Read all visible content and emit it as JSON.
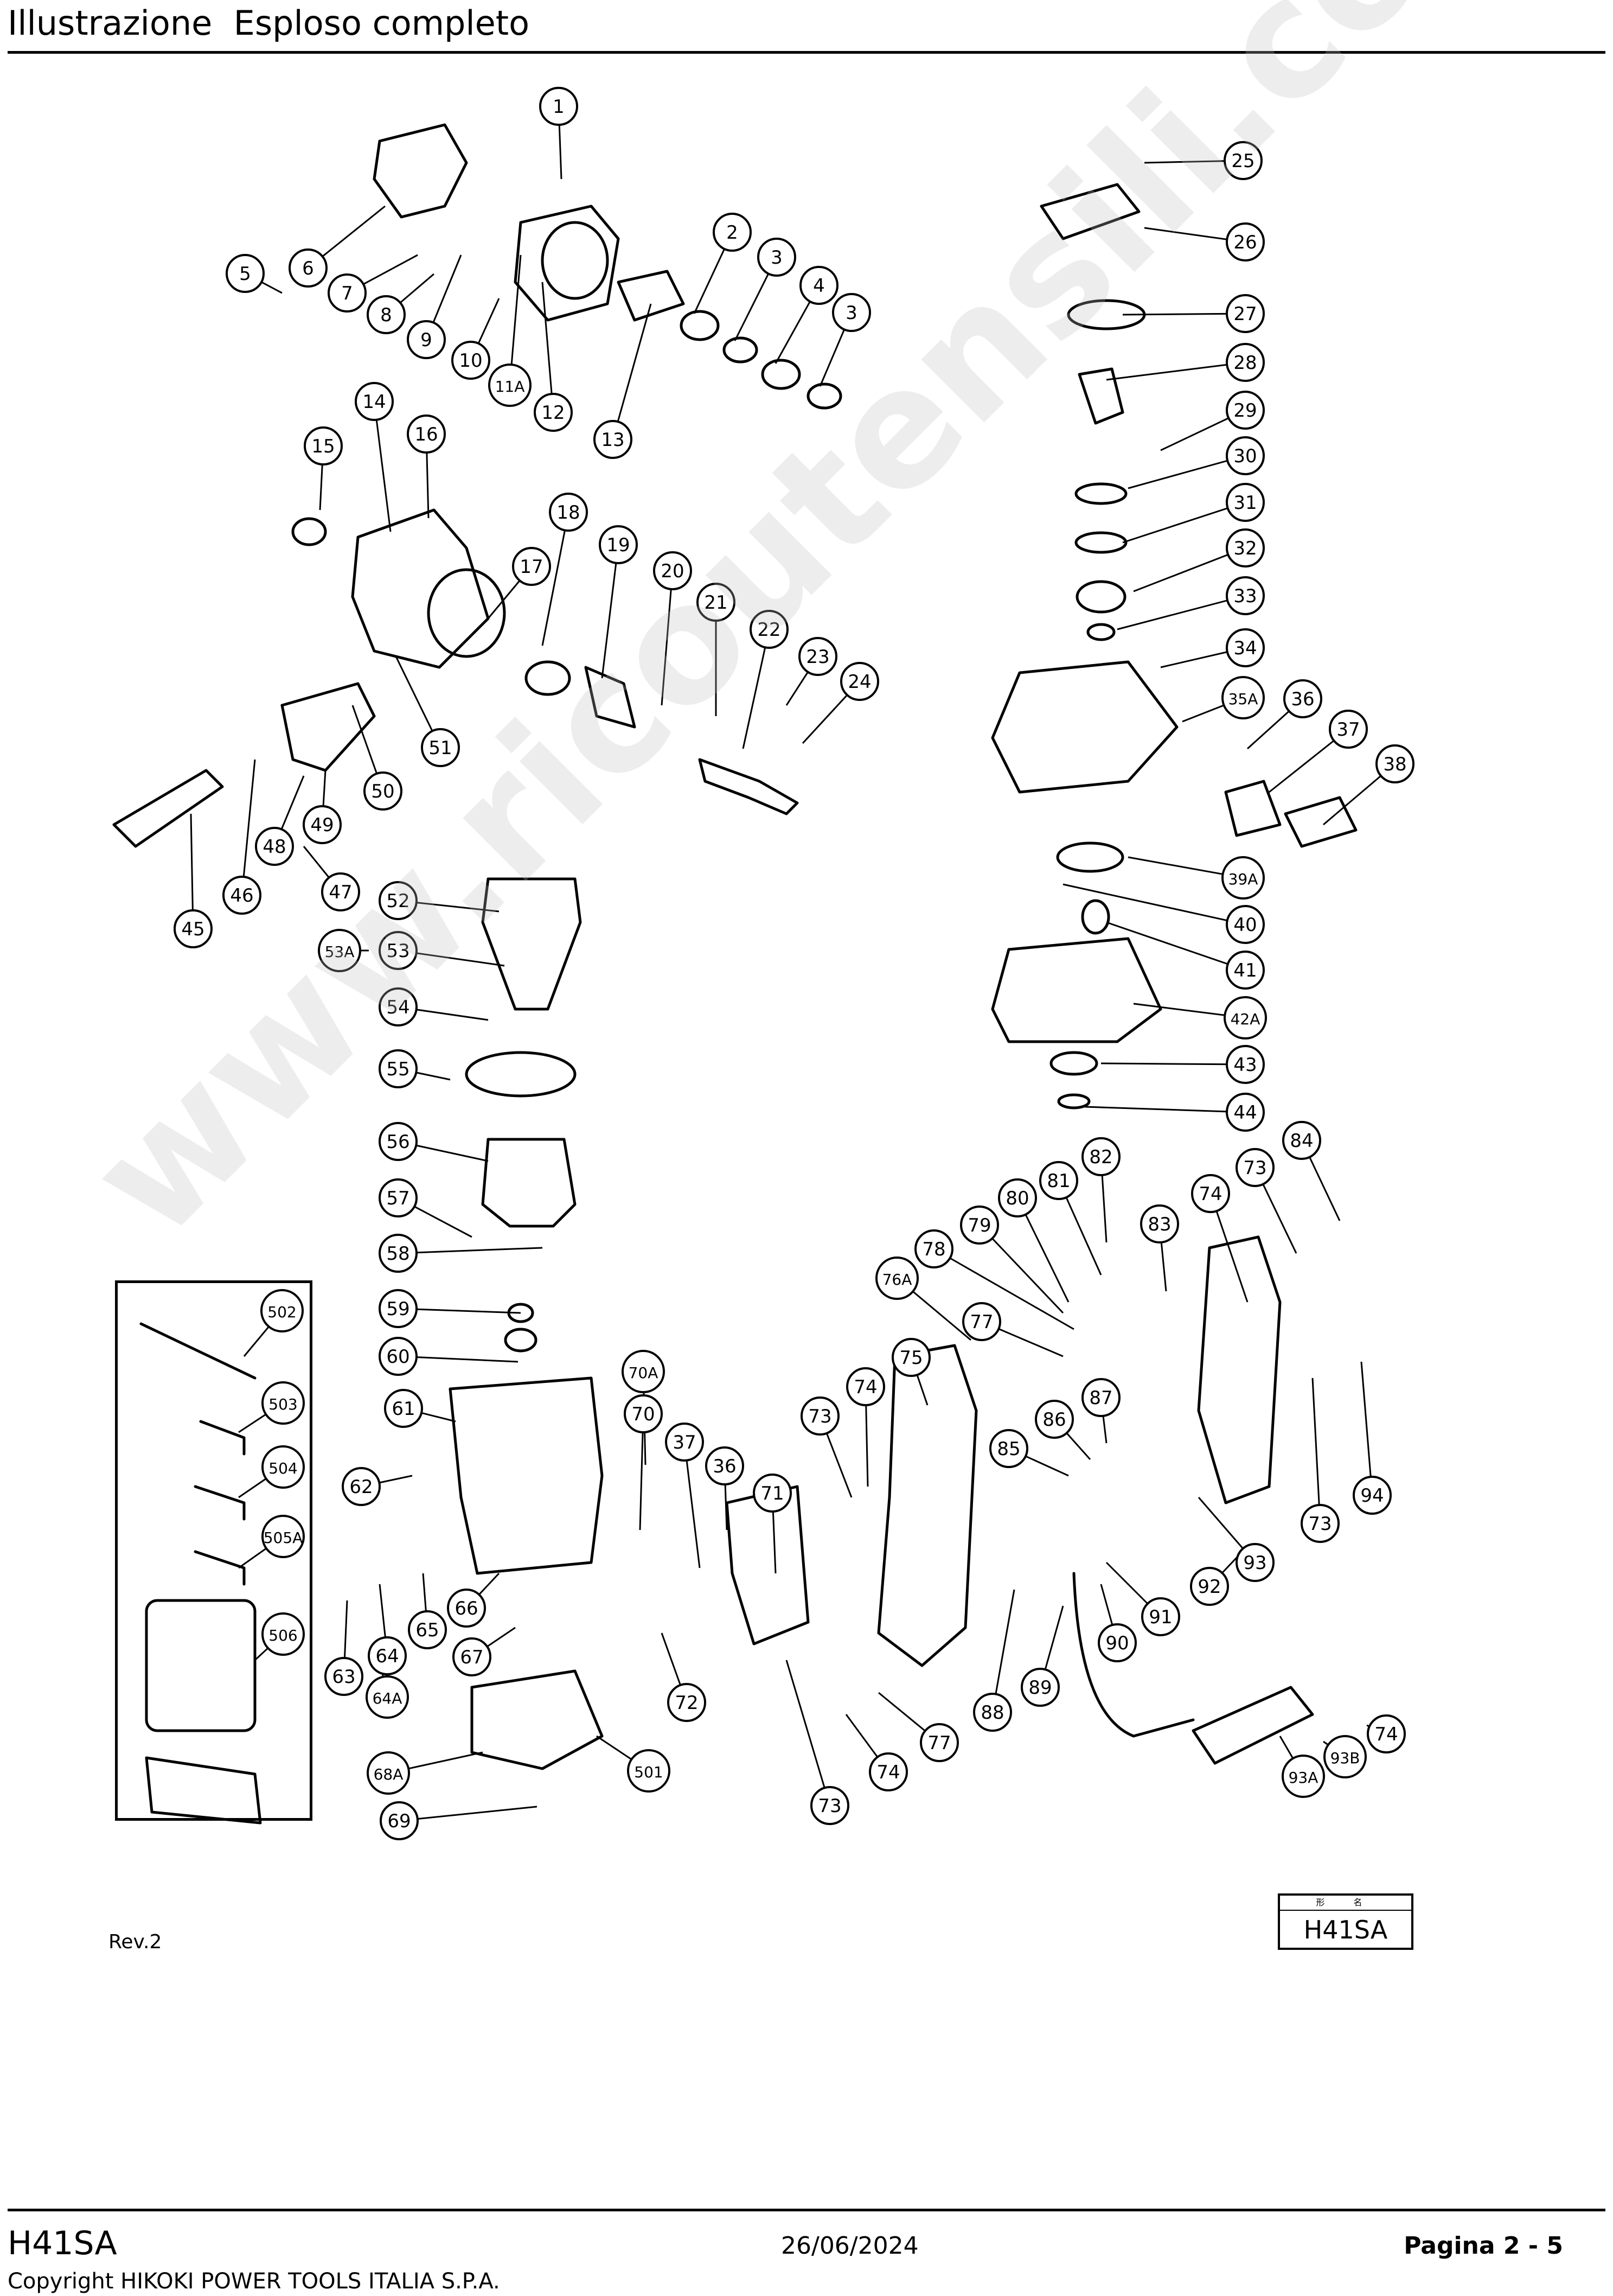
{
  "header": {
    "title": "Illustrazione  Esploso completo"
  },
  "footer": {
    "model": "H41SA",
    "date": "26/06/2024",
    "page": "Pagina 2 - 5",
    "copyright": "Copyright HIKOKI POWER TOOLS ITALIA S.P.A."
  },
  "revision": "Rev.2",
  "model_box": {
    "small_label": "形 名",
    "model": "H41SA"
  },
  "watermark": "www.ricoutensili.com",
  "callouts": [
    "1",
    "2",
    "3",
    "3",
    "4",
    "5",
    "6",
    "7",
    "8",
    "9",
    "10",
    "11A",
    "12",
    "13",
    "14",
    "15",
    "16",
    "17",
    "18",
    "19",
    "20",
    "21",
    "22",
    "23",
    "24",
    "25",
    "26",
    "27",
    "28",
    "29",
    "30",
    "31",
    "32",
    "33",
    "34",
    "35A",
    "36",
    "37",
    "38",
    "39A",
    "40",
    "41",
    "42A",
    "43",
    "44",
    "45",
    "46",
    "47",
    "48",
    "49",
    "50",
    "51",
    "52",
    "53A",
    "53",
    "54",
    "55",
    "56",
    "57",
    "58",
    "59",
    "60",
    "61",
    "62",
    "63",
    "64",
    "64A",
    "65",
    "66",
    "67",
    "68A",
    "69",
    "70A",
    "70",
    "37",
    "36",
    "71",
    "72",
    "73",
    "74",
    "75",
    "76A",
    "77",
    "78",
    "79",
    "80",
    "81",
    "82",
    "83",
    "74",
    "73",
    "84",
    "85",
    "86",
    "87",
    "73",
    "74",
    "77",
    "88",
    "89",
    "90",
    "91",
    "92",
    "93",
    "93A",
    "93B",
    "74",
    "73",
    "94",
    "501",
    "502",
    "503",
    "504",
    "505A",
    "506"
  ]
}
